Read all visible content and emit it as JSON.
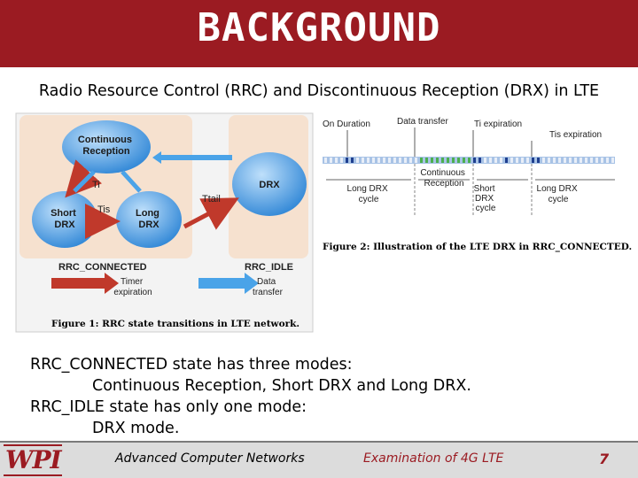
{
  "header": {
    "title": "BACKGROUND"
  },
  "subtitle": "Radio Resource Control (RRC) and Discontinuous Reception (DRX) in LTE",
  "figure1": {
    "nodes": {
      "continuous": [
        "Continuous",
        "Reception"
      ],
      "short": [
        "Short",
        "DRX"
      ],
      "long": [
        "Long",
        "DRX"
      ],
      "drx": "DRX"
    },
    "labels": {
      "ti": "Ti",
      "tis": "Tis",
      "ttail": "Ttail"
    },
    "group_connected": "RRC_CONNECTED",
    "group_idle": "RRC_IDLE",
    "legend": {
      "timer": [
        "Timer",
        "expiration"
      ],
      "data": [
        "Data",
        "transfer"
      ]
    },
    "caption": "Figure 1: RRC state transitions in LTE network."
  },
  "figure2": {
    "top_labels": {
      "on_duration": "On Duration",
      "data_transfer": "Data transfer",
      "ti_exp": "Ti expiration",
      "tis_exp": "Tis expiration"
    },
    "bottom_labels": {
      "long1": [
        "Long DRX",
        "cycle"
      ],
      "continuous": [
        "Continuous",
        "Reception"
      ],
      "short": [
        "Short",
        "DRX",
        "cycle"
      ],
      "long2": [
        "Long DRX",
        "cycle"
      ]
    },
    "caption": "Figure 2: Illustration of the LTE DRX in RRC_CONNECTED."
  },
  "body": {
    "line1": "RRC_CONNECTED state has three modes:",
    "line2": "Continuous Reception, Short DRX and Long DRX.",
    "line3": "RRC_IDLE state has only one mode:",
    "line4": "DRX mode."
  },
  "footer": {
    "logo": "WPI",
    "course": "Advanced Computer Networks",
    "topic": "Examination of 4G LTE",
    "page": "7"
  },
  "colors": {
    "header": "#9b1b22",
    "blue_node": "#4a9be0",
    "timer_arrow": "#c0392b",
    "data_arrow": "#4aa3e8"
  }
}
